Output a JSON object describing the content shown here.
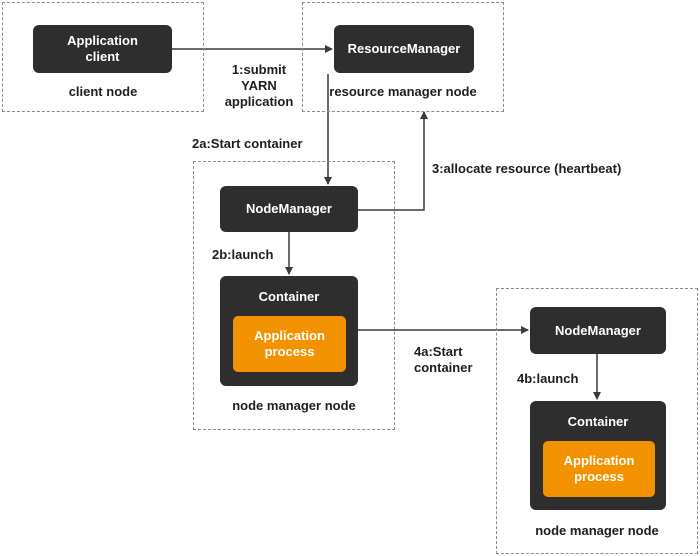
{
  "nodes": {
    "client_group_label": "client node",
    "rm_group_label": "resource manager node",
    "nm1_group_label": "node manager node",
    "nm2_group_label": "node manager node",
    "app_client": "Application\nclient",
    "resource_manager": "ResourceManager",
    "node_manager_1": "NodeManager",
    "container_1": "Container",
    "app_process_1": "Application\nprocess",
    "node_manager_2": "NodeManager",
    "container_2": "Container",
    "app_process_2": "Application\nprocess"
  },
  "edges": {
    "submit": "1:submit\nYARN\napplication",
    "start_container": "2a:Start container",
    "launch_1": "2b:launch",
    "allocate": "3:allocate resource (heartbeat)",
    "start_container_2": "4a:Start\ncontainer",
    "launch_2": "4b:launch"
  },
  "colors": {
    "box": "#2e2e2e",
    "process": "#f39200",
    "arrow": "#3a3a3a",
    "group_border": "#8a8a8a"
  }
}
